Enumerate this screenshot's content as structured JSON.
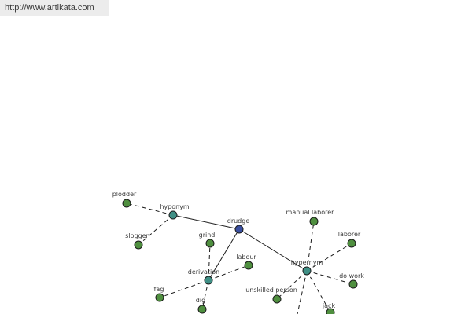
{
  "site": {
    "url": "http://www.artikata.com"
  },
  "colors": {
    "root": "#3a4fa0",
    "relation": "#3f8f85",
    "term": "#4f8f3f",
    "edge": "#1a1a1a"
  },
  "graph": {
    "root": "drudge",
    "relations": [
      {
        "label": "hyponym",
        "terms": [
          "plodder",
          "slogger"
        ]
      },
      {
        "label": "derivation",
        "terms": [
          "grind",
          "labour",
          "fag",
          "dig"
        ]
      },
      {
        "label": "hypernym",
        "terms": [
          "manual laborer",
          "laborer",
          "do work",
          "unskilled person",
          "jack"
        ]
      }
    ]
  }
}
